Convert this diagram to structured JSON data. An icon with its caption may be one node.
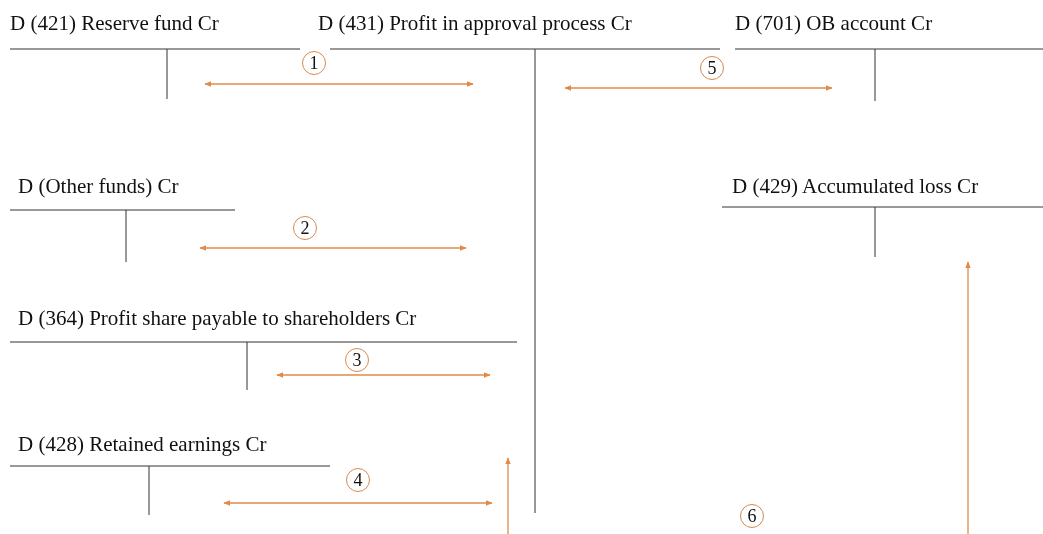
{
  "diagram": {
    "nodes": [
      {
        "text": [
          "D (421) Reserve fund Cr"
        ]
      },
      {
        "text": [
          "D (431) Profit in approval process Cr"
        ]
      },
      {
        "text": [
          "D (701) OB account Cr"
        ]
      },
      {
        "text": [
          "D (Other funds) Cr"
        ]
      },
      {
        "text": [
          "D (429) Accumulated loss Cr"
        ]
      },
      {
        "text": [
          "D (364) Profit share payable to shareholders Cr"
        ]
      },
      {
        "text": [
          "D (428) Retained earnings Cr"
        ]
      }
    ],
    "edges": [
      {
        "from": 0,
        "to": 1,
        "arrow": "both",
        "label": "1"
      },
      {
        "from": 3,
        "to": 1,
        "arrow": "both",
        "label": "2"
      },
      {
        "from": 5,
        "to": 1,
        "arrow": "both",
        "label": "3"
      },
      {
        "from": 6,
        "to": 1,
        "arrow": "both",
        "label": "4"
      },
      {
        "from": 1,
        "to": 2,
        "arrow": "both",
        "label": "5"
      },
      {
        "from": null,
        "to": 1,
        "arrow": "to"
      },
      {
        "from": null,
        "to": 4,
        "arrow": "to"
      }
    ],
    "labels": [
      "6"
    ]
  }
}
